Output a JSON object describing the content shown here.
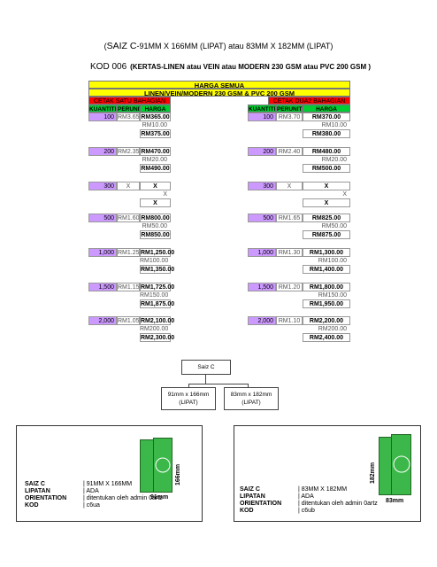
{
  "title": {
    "line1_prefix": "(",
    "line1_main": "SAIZ C",
    "line1_rest": "-91MM X 166MM (LIPAT) atau 83MM X 182MM (LIPAT)",
    "kod": "KOD 006",
    "material": "(KERTAS-LINEN atau VEIN atau MODERN 230 GSM atau PVC 200 GSM )"
  },
  "table": {
    "header1": "HARGA SEMUA",
    "header2": "LINEN/VEIN/MODERN 230 GSM & PVC 200 GSM",
    "left_title": "CETAK SATU BAHAGIAN",
    "right_title": "CETAK DUA2 BAHAGIAN",
    "col_qty": "KUANTITI",
    "col_unit": "PERUNIT",
    "col_price": "HARGA",
    "left_rows": [
      {
        "qty": "100",
        "unit": "RM3.65",
        "price": "RM365.00",
        "sub": "RM10.00",
        "total": "RM375.00"
      },
      {
        "qty": "200",
        "unit": "RM2.35",
        "price": "RM470.00",
        "sub": "RM20.00",
        "total": "RM490.00"
      },
      {
        "qty": "300",
        "unit": "X",
        "price": "X",
        "sub": "X",
        "total": "X"
      },
      {
        "qty": "500",
        "unit": "RM1.60",
        "price": "RM800.00",
        "sub": "RM50.00",
        "total": "RM850.00"
      },
      {
        "qty": "1,000",
        "unit": "RM1.25",
        "price": "RM1,250.00",
        "sub": "RM100.00",
        "total": "RM1,350.00"
      },
      {
        "qty": "1,500",
        "unit": "RM1.15",
        "price": "RM1,725.00",
        "sub": "RM150.00",
        "total": "RM1,875.00"
      },
      {
        "qty": "2,000",
        "unit": "RM1.05",
        "price": "RM2,100.00",
        "sub": "RM200.00",
        "total": "RM2,300.00"
      }
    ],
    "right_rows": [
      {
        "qty": "100",
        "unit": "RM3.70",
        "price": "RM370.00",
        "sub": "RM10.00",
        "total": "RM380.00"
      },
      {
        "qty": "200",
        "unit": "RM2.40",
        "price": "RM480.00",
        "sub": "RM20.00",
        "total": "RM500.00"
      },
      {
        "qty": "300",
        "unit": "X",
        "price": "X",
        "sub": "X",
        "total": "X"
      },
      {
        "qty": "500",
        "unit": "RM1.65",
        "price": "RM825.00",
        "sub": "RM50.00",
        "total": "RM875.00"
      },
      {
        "qty": "1,000",
        "unit": "RM1.30",
        "price": "RM1,300.00",
        "sub": "RM100.00",
        "total": "RM1,400.00"
      },
      {
        "qty": "1,500",
        "unit": "RM1.20",
        "price": "RM1,800.00",
        "sub": "RM150.00",
        "total": "RM1,950.00"
      },
      {
        "qty": "2,000",
        "unit": "RM1.10",
        "price": "RM2,200.00",
        "sub": "RM200.00",
        "total": "RM2,400.00"
      }
    ]
  },
  "diagram": {
    "root": "Saiz C",
    "left_line1": "91mm x 166mm",
    "left_line2": "(LIPAT)",
    "right_line1": "83mm x 182mm",
    "right_line2": "(LIPAT)"
  },
  "panels": {
    "left": {
      "height_label": "166mm",
      "width_label": "91mm",
      "specs": [
        {
          "k": "SAIZ C",
          "v": "| 91MM X 166MM"
        },
        {
          "k": "LIPATAN",
          "v": "| ADA"
        },
        {
          "k": "ORIENTATION",
          "v": "| ditentukan oleh admin 0artz"
        },
        {
          "k": "KOD",
          "v": "| c6ua"
        }
      ]
    },
    "right": {
      "height_label": "182mm",
      "width_label": "83mm",
      "specs": [
        {
          "k": "SAIZ C",
          "v": "| 83MM X 182MM"
        },
        {
          "k": "LIPATAN",
          "v": "| ADA"
        },
        {
          "k": "ORIENTATION",
          "v": "| ditentukan oleh admin 0artz"
        },
        {
          "k": "KOD",
          "v": "| c6ub"
        }
      ]
    }
  },
  "colors": {
    "yellow": "#ffff00",
    "red": "#ff0000",
    "green": "#00cc33",
    "lavender": "#cc99ff",
    "card_green": "#3cb84a"
  }
}
